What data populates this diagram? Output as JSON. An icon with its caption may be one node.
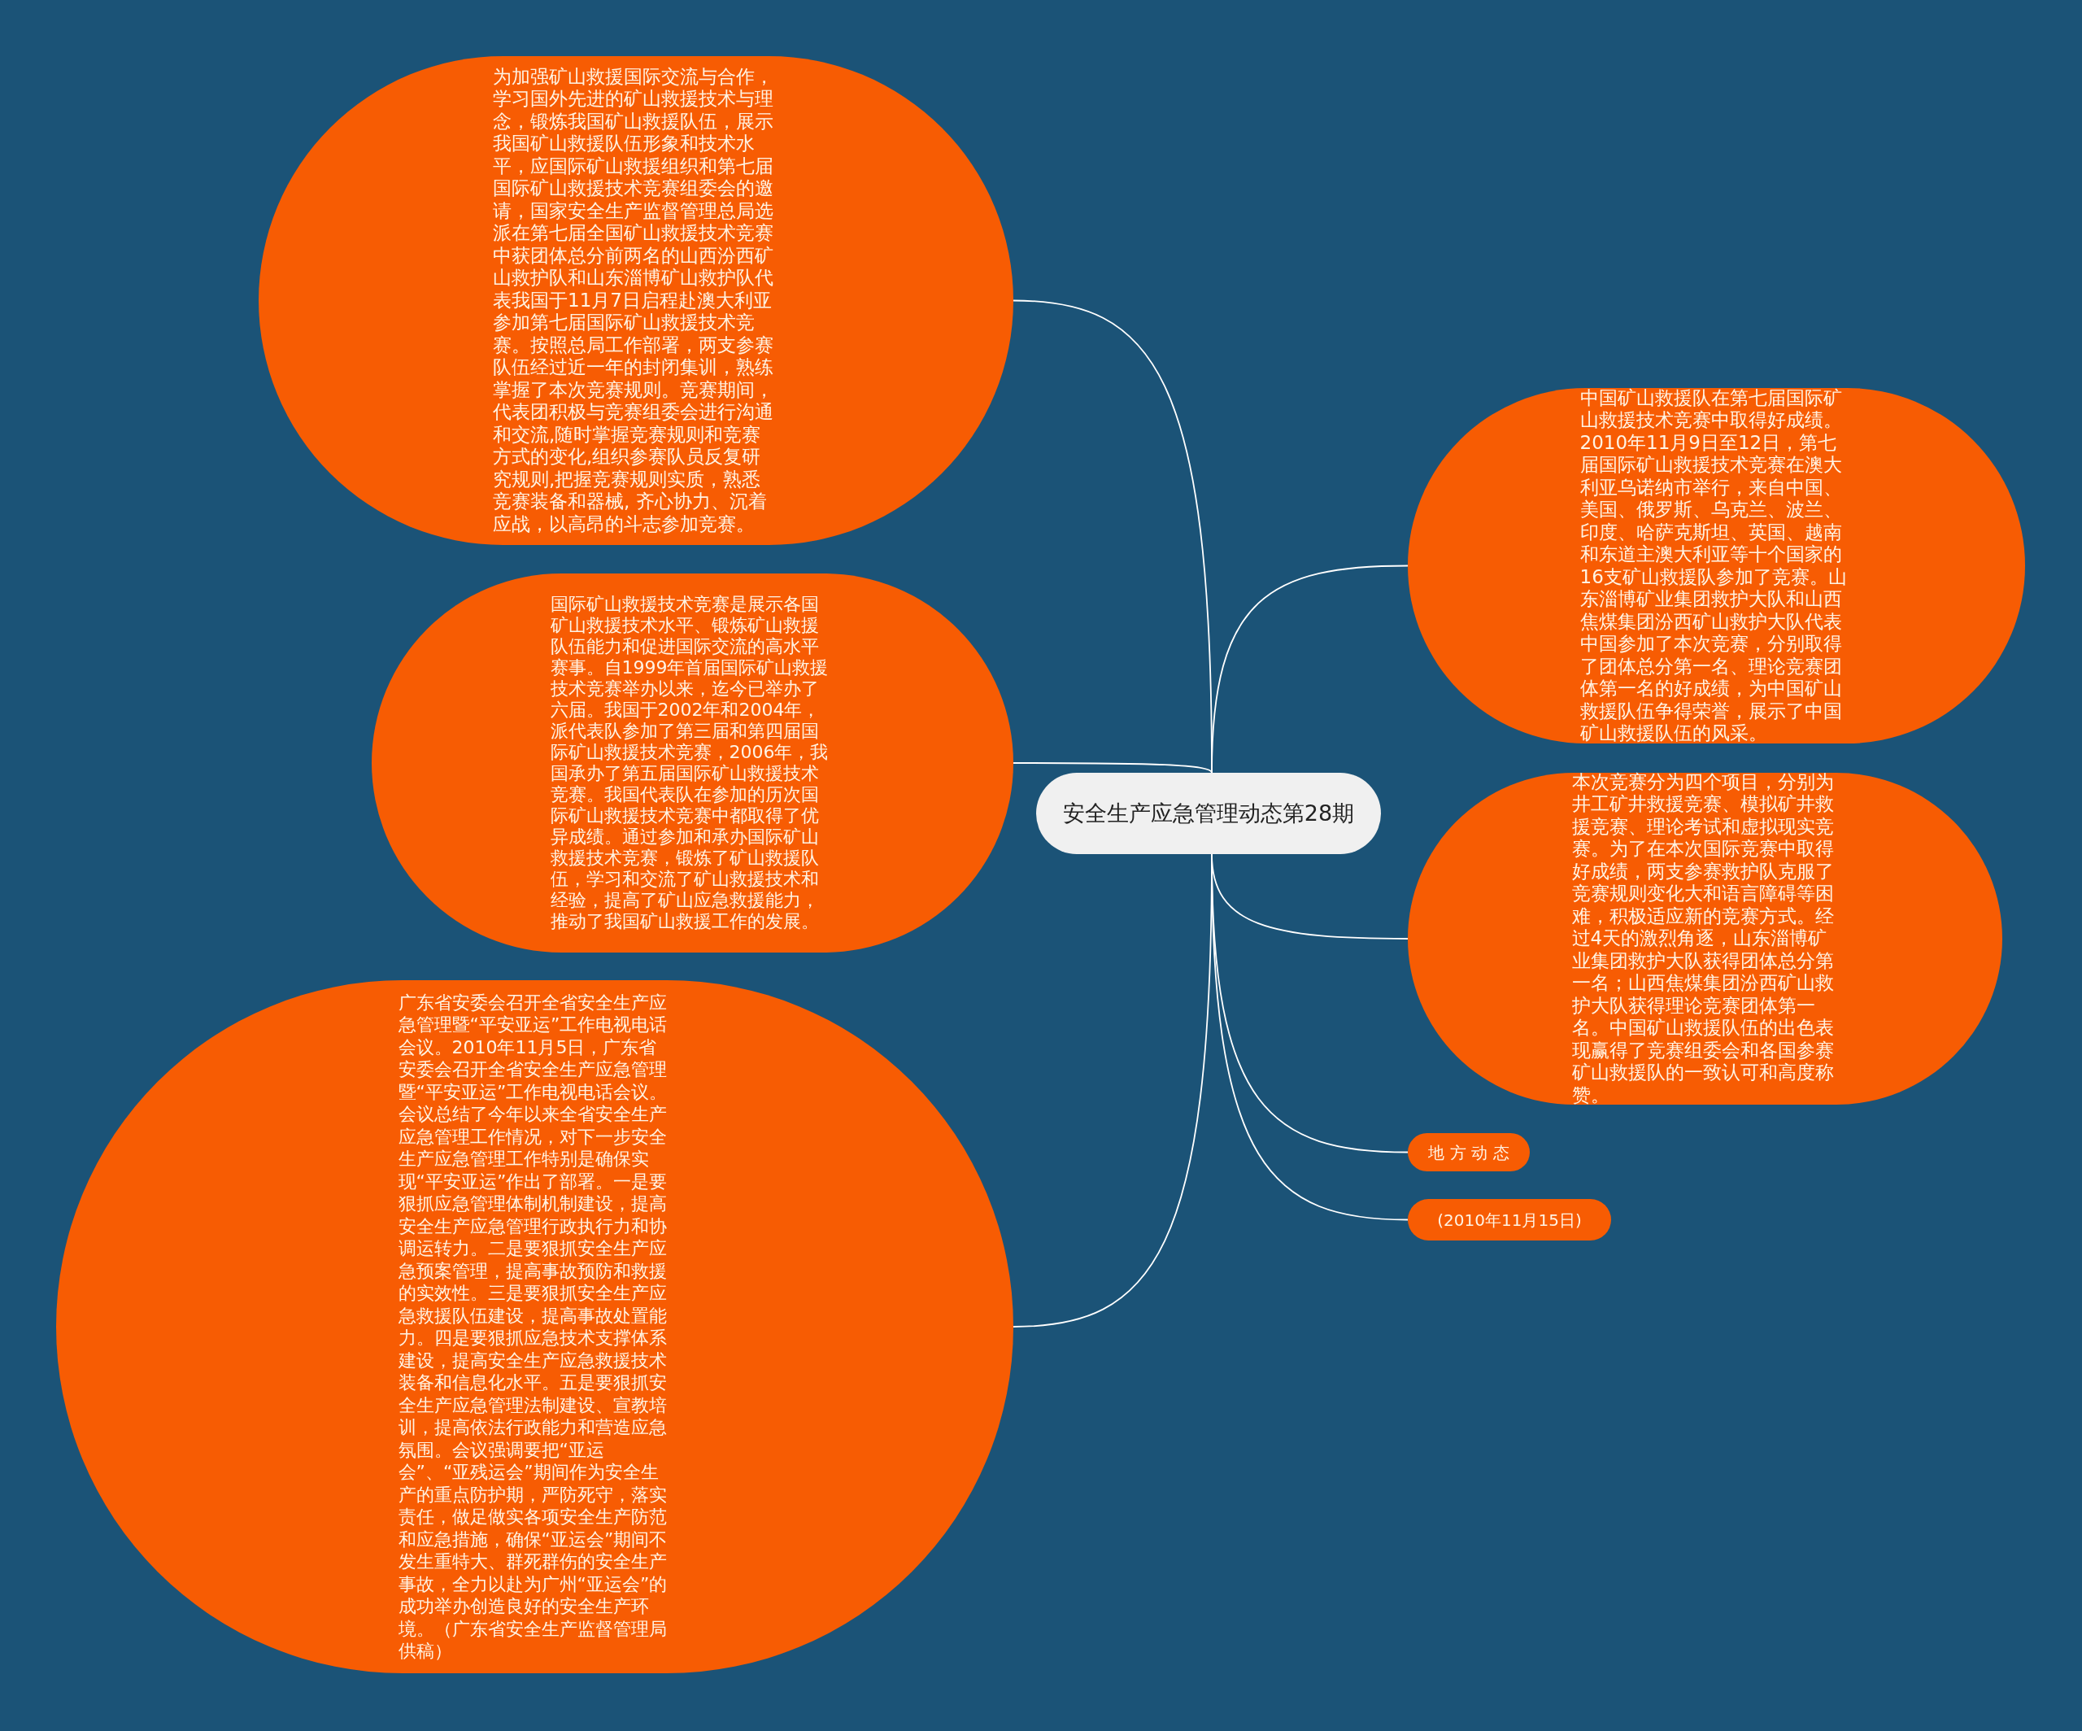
{
  "diagram": {
    "nodes": [
      {
        "text": [
          "安全生产应急管理动态第28期"
        ]
      },
      {
        "text": [
          "为加强矿山救援国际交流与合作，学习国外先进的矿山救援技术与理念，锻炼我国矿山救援队伍，展示我国矿山救援队伍形象和技术水平，应国际矿山救援组织和第七届国际矿山救援技术竞赛组委会的邀请，国家安全生产监督管理总局选派在第七届全国矿山救援技术竞赛中获团体总分前两名的山西汾西矿山救护队和山东淄博矿山救护队代表我国于11月7日启程赴澳大利亚参加第七届国际矿山救援技术竞赛。按照总局工作部署，两支参赛队伍经过近一年的封闭集训，熟练掌握了本次竞赛规则。竞赛期间，代表团积极与竞赛组委会进行沟通和交流,随时掌握竞赛规则和竞赛方式的变化,组织参赛队员反复研究规则,把握竞赛规则实质，熟悉竞赛装备和器械, 齐心协力、沉着应战，以高昂的斗志参加竞赛。"
        ]
      },
      {
        "text": [
          "国际矿山救援技术竞赛是展示各国矿山救援技术水平、锻炼矿山救援队伍能力和促进国际交流的高水平赛事。自1999年首届国际矿山救援技术竞赛举办以来，迄今已举办了六届。我国于2002年和2004年，派代表队参加了第三届和第四届国际矿山救援技术竞赛，2006年，我国承办了第五届国际矿山救援技术竞赛。我国代表队在参加的历次国际矿山救援技术竞赛中都取得了优异成绩。通过参加和承办国际矿山救援技术竞赛，锻炼了矿山救援队伍，学习和交流了矿山救援技术和经验，提高了矿山应急救援能力，推动了我国矿山救援工作的发展。"
        ]
      },
      {
        "text": [
          "广东省安委会召开全省安全生产应急管理暨“平安亚运”工作电视电话会议。2010年11月5日，广东省安委会召开全省安全生产应急管理暨“平安亚运”工作电视电话会议。会议总结了今年以来全省安全生产应急管理工作情况，对下一步安全生产应急管理工作特别是确保实现“平安亚运”作出了部署。一是要狠抓应急管理体制机制建设，提高安全生产应急管理行政执行力和协调运转力。二是要狠抓安全生产应急预案管理，提高事故预防和救援的实效性。三是要狠抓安全生产应急救援队伍建设，提高事故处置能力。四是要狠抓应急技术支撑体系建设，提高安全生产应急救援技术装备和信息化水平。五是要狠抓安全生产应急管理法制建设、宣教培训，提高依法行政能力和营造应急氛围。会议强调要把“亚运会”、“亚残运会”期间作为安全生产的重点防护期，严防死守，落实责任，做足做实各项安全生产防范和应急措施，确保“亚运会”期间不发生重特大、群死群伤的安全生产事故，全力以赴为广州“亚运会”的成功举办创造良好的安全生产环境。（广东省安全生产监督管理局供稿）"
        ]
      },
      {
        "text": [
          "中国矿山救援队在第七届国际矿山救援技术竞赛中取得好成绩。2010年11月9日至12日，第七届国际矿山救援技术竞赛在澳大利亚乌诺纳市举行，来自中国、美国、俄罗斯、乌克兰、波兰、印度、哈萨克斯坦、英国、越南和东道主澳大利亚等十个国家的16支矿山救援队参加了竞赛。山东淄博矿业集团救护大队和山西焦煤集团汾西矿山救护大队代表中国参加了本次竞赛，分别取得了团体总分第一名、理论竞赛团体第一名的好成绩，为中国矿山救援队伍争得荣誉，展示了中国矿山救援队伍的风采。"
        ]
      },
      {
        "text": [
          "本次竞赛分为四个项目，分别为井工矿井救援竞赛、模拟矿井救援竞赛、理论考试和虚拟现实竞赛。为了在本次国际竞赛中取得好成绩，两支参赛救护队克服了竞赛规则变化大和语言障碍等困难，积极适应新的竞赛方式。经过4天的激烈角逐，山东淄博矿业集团救护大队获得团体总分第一名；山西焦煤集团汾西矿山救护大队获得理论竞赛团体第一名。中国矿山救援队伍的出色表现赢得了竞赛组委会和各国参赛矿山救援队的一致认可和高度称赞。"
        ]
      },
      {
        "text": [
          "地 方 动 态"
        ]
      },
      {
        "text": [
          "(2010年11月15日)"
        ]
      }
    ],
    "edges": [
      {
        "from": 0,
        "to": 1,
        "arrow": "none"
      },
      {
        "from": 0,
        "to": 2,
        "arrow": "none"
      },
      {
        "from": 0,
        "to": 3,
        "arrow": "none"
      },
      {
        "from": 0,
        "to": 4,
        "arrow": "none"
      },
      {
        "from": 0,
        "to": 5,
        "arrow": "none"
      },
      {
        "from": 0,
        "to": 6,
        "arrow": "none"
      },
      {
        "from": 0,
        "to": 7,
        "arrow": "none"
      }
    ]
  }
}
